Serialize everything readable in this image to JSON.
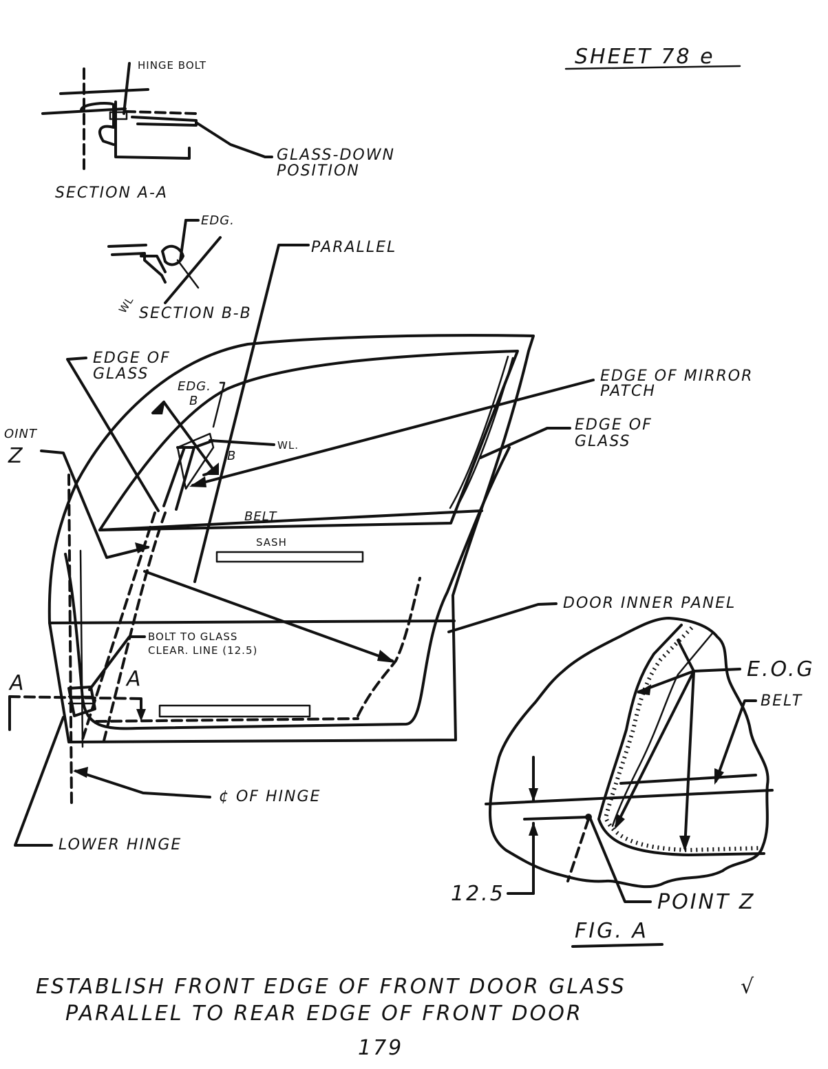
{
  "sheet": {
    "number": "SHEET 78 e",
    "page_number": "179"
  },
  "section_aa": {
    "title": "SECTION A-A",
    "hinge_bolt": "HINGE BOLT",
    "glass_down_line1": "GLASS-DOWN",
    "glass_down_line2": "POSITION"
  },
  "section_bb": {
    "title": "SECTION B-B",
    "edg": "EDG.",
    "wl": "WL"
  },
  "main_view": {
    "parallel": "PARALLEL",
    "edge_of_glass_left_line1": "EDGE OF",
    "edge_of_glass_left_line2": "GLASS",
    "edg_b": "EDG.",
    "b_top": "B",
    "b_bottom": "B",
    "wl": "WL.",
    "edge_mirror_line1": "EDGE OF MIRROR",
    "edge_mirror_line2": "PATCH",
    "edge_of_glass_right_line1": "EDGE OF",
    "edge_of_glass_right_line2": "GLASS",
    "point_z_partial": "OINT",
    "z_letter": "Z",
    "belt": "BELT",
    "sash": "SASH",
    "door_inner_panel": "DOOR INNER PANEL",
    "bolt_line1": "BOLT TO GLASS",
    "bolt_line2": "CLEAR. LINE (12.5)",
    "a_left": "A",
    "a_right": "A",
    "cl_hinge": "¢ OF HINGE",
    "lower_hinge": "LOWER HINGE"
  },
  "fig_a": {
    "title": "FIG. A",
    "eog": "E.O.G",
    "belt": "BELT",
    "dim": "12.5",
    "point_z": "POINT Z"
  },
  "caption": {
    "line1": "ESTABLISH FRONT EDGE OF FRONT DOOR GLASS",
    "line2": "PARALLEL  TO REAR EDGE OF FRONT DOOR",
    "check": "√"
  }
}
